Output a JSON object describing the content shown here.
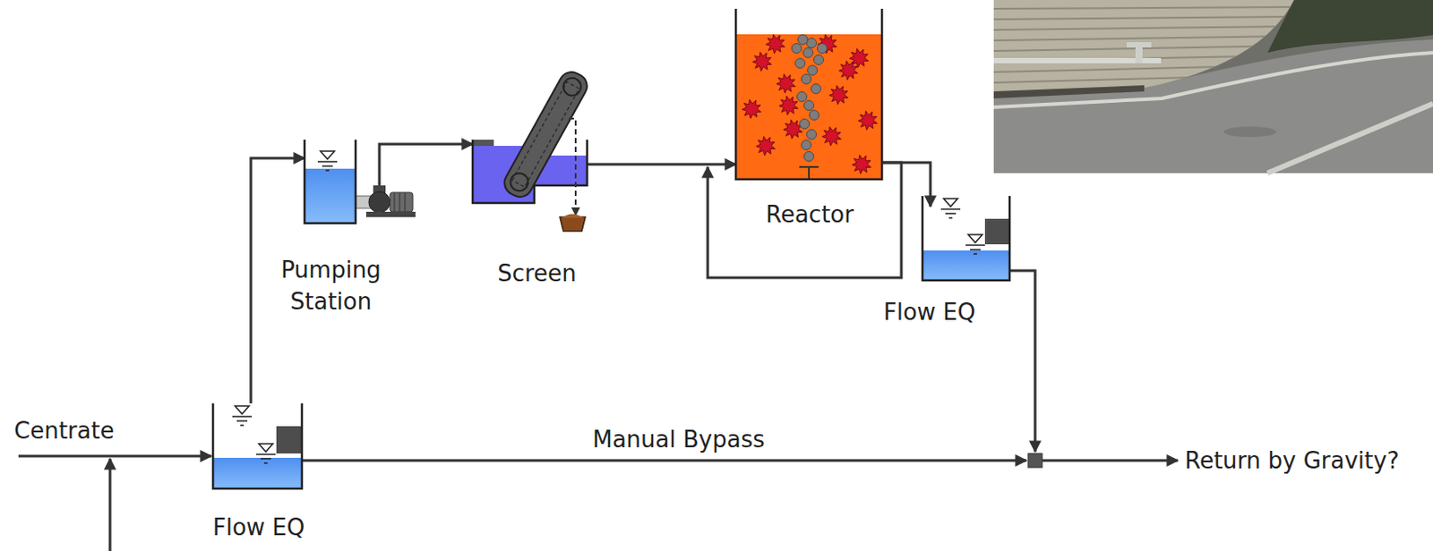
{
  "diagram": {
    "nodes": [
      {
        "text": [
          "Flow EQ"
        ]
      },
      {
        "text": [
          "Pumping Station"
        ]
      },
      {
        "text": [
          "Screen"
        ]
      },
      {
        "text": [
          "Reactor"
        ]
      },
      {
        "text": [
          "Flow EQ"
        ]
      }
    ],
    "edges": [
      {
        "from": 0,
        "to": 1,
        "arrow": "to"
      },
      {
        "from": 1,
        "to": 2,
        "arrow": "to"
      },
      {
        "from": 2,
        "to": 3,
        "arrow": "to"
      },
      {
        "from": 3,
        "to": 3,
        "arrow": "to"
      },
      {
        "from": 3,
        "to": 4,
        "arrow": "to"
      }
    ],
    "labels": [
      "Centrate",
      "Manual Bypass",
      "Return by Gravity?"
    ]
  }
}
